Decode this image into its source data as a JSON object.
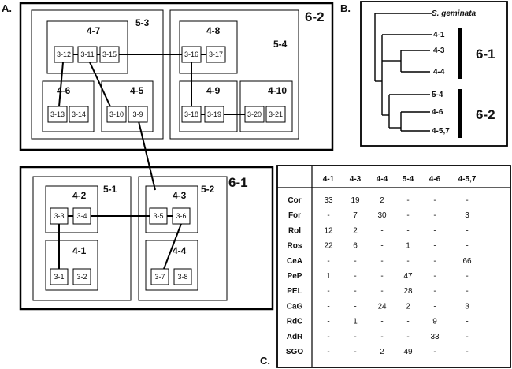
{
  "panel_labels": {
    "a": "A.",
    "b": "B.",
    "c": "C."
  },
  "big_groups": {
    "g62": "6-2",
    "g61": "6-1"
  },
  "fives": {
    "f53": "5-3",
    "f54": "5-4",
    "f51": "5-1",
    "f52": "5-2"
  },
  "fours": {
    "f47": "4-7",
    "f48": "4-8",
    "f46": "4-6",
    "f45": "4-5",
    "f49": "4-9",
    "f410": "4-10",
    "f42": "4-2",
    "f41": "4-1",
    "f43": "4-3",
    "f44": "4-4"
  },
  "threes": {
    "t312": "3-12",
    "t311": "3-11",
    "t315": "3-15",
    "t316": "3-16",
    "t317": "3-17",
    "t313": "3-13",
    "t314": "3-14",
    "t310": "3-10",
    "t39": "3-9",
    "t318": "3-18",
    "t319": "3-19",
    "t320": "3-20",
    "t321": "3-21",
    "t33": "3-3",
    "t34": "3-4",
    "t35": "3-5",
    "t36": "3-6",
    "t31": "3-1",
    "t32": "3-2",
    "t37": "3-7",
    "t38": "3-8"
  },
  "tree": {
    "outgroup": "S. geminata",
    "leaves": [
      "4-1",
      "4-3",
      "4-4",
      "5-4",
      "4-6",
      "4-5,7"
    ],
    "group_61": "6-1",
    "group_62": "6-2"
  },
  "table": {
    "columns": [
      "4-1",
      "4-3",
      "4-4",
      "5-4",
      "4-6",
      "4-5,7"
    ],
    "rows": [
      {
        "label": "Cor",
        "cells": [
          "33",
          "19",
          "2",
          "-",
          "-",
          "-"
        ]
      },
      {
        "label": "For",
        "cells": [
          "-",
          "7",
          "30",
          "-",
          "-",
          "3"
        ]
      },
      {
        "label": "Rol",
        "cells": [
          "12",
          "2",
          "-",
          "-",
          "-",
          "-"
        ]
      },
      {
        "label": "Ros",
        "cells": [
          "22",
          "6",
          "-",
          "1",
          "-",
          "-"
        ]
      },
      {
        "label": "CeA",
        "cells": [
          "-",
          "-",
          "-",
          "-",
          "-",
          "66"
        ]
      },
      {
        "label": "PeP",
        "cells": [
          "1",
          "-",
          "-",
          "47",
          "-",
          "-"
        ]
      },
      {
        "label": "PEL",
        "cells": [
          "-",
          "-",
          "-",
          "28",
          "-",
          "-"
        ]
      },
      {
        "label": "CaG",
        "cells": [
          "-",
          "-",
          "24",
          "2",
          "-",
          "3"
        ]
      },
      {
        "label": "RdC",
        "cells": [
          "-",
          "1",
          "-",
          "-",
          "9",
          "-"
        ]
      },
      {
        "label": "AdR",
        "cells": [
          "-",
          "-",
          "-",
          "-",
          "33",
          "-"
        ]
      },
      {
        "label": "SGO",
        "cells": [
          "-",
          "-",
          "2",
          "49",
          "-",
          "-"
        ]
      }
    ]
  }
}
